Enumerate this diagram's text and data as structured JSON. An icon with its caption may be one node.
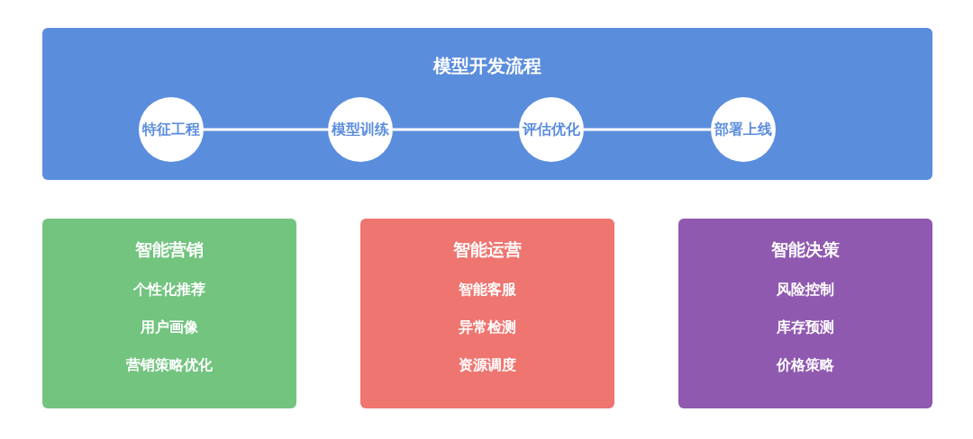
{
  "diagram": {
    "nodes": [
      {
        "text": [
          "模型开发流程"
        ]
      },
      {
        "text": [
          "特征工程"
        ],
        "in": 0
      },
      {
        "text": [
          "模型训练"
        ],
        "in": 0
      },
      {
        "text": [
          "评估优化"
        ],
        "in": 0
      },
      {
        "text": [
          "部署上线"
        ],
        "in": 0
      },
      {
        "text": [
          "智能营销",
          "个性化推荐",
          "用户画像",
          "营销策略优化"
        ]
      },
      {
        "text": [
          "智能运营",
          "智能客服",
          "异常检测",
          "资源调度"
        ]
      },
      {
        "text": [
          "智能决策",
          "风险控制",
          "库存预测",
          "价格策略"
        ]
      }
    ],
    "edges": [
      {
        "from": 1,
        "to": 2,
        "arrow": "none"
      },
      {
        "from": 2,
        "to": 3,
        "arrow": "none"
      },
      {
        "from": 3,
        "to": 4,
        "arrow": "none"
      }
    ]
  }
}
